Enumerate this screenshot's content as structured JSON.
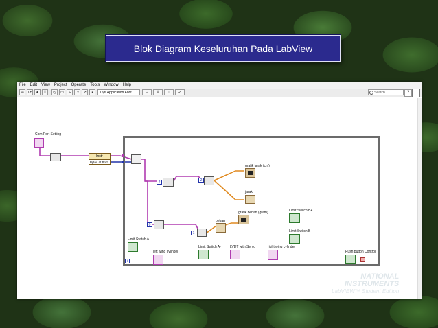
{
  "slide": {
    "title": "Blok Diagram Keseluruhan Pada LabView"
  },
  "menu": [
    "File",
    "Edit",
    "View",
    "Project",
    "Operate",
    "Tools",
    "Window",
    "Help"
  ],
  "toolbar": {
    "font_label": "15pt Application Font",
    "search_placeholder": "Search",
    "help": "?"
  },
  "diagram": {
    "com_port_label": "Com Port Setting",
    "instr_label": "Instr",
    "bytes_label": "Bytes at Port",
    "const_a": "2",
    "const_b": "2",
    "const_c": "0",
    "const_d": "1",
    "grafik_jarak": "grafik jarak (cm)",
    "jarak": "jarak",
    "beban": "beban",
    "grafik_beban": "grafik beban (gram)",
    "limit_b_plus": "Limit Switch B+",
    "limit_b_minus": "Limit Switch B-",
    "limit_a_plus": "Limit Switch A+",
    "limit_a_minus": "Limit Switch A-",
    "lvdt": "LVDT with Servo",
    "left_wing": "left wing cylinder",
    "right_wing": "right wing cylinder",
    "push_button": "Push button Control",
    "loop_index": "i"
  },
  "watermark": {
    "line1": "NATIONAL",
    "line2": "INSTRUMENTS",
    "line3": "LabVIEW™ Student Edition"
  },
  "colors": {
    "wire_pink": "#b03cb0",
    "wire_blue": "#2233aa",
    "wire_orange": "#e08a20",
    "loop_border": "#6b6b6b"
  }
}
